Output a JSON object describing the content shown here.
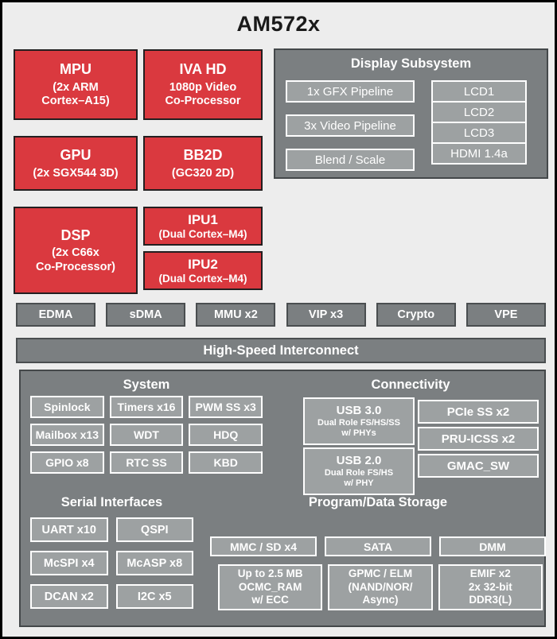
{
  "title": "AM572x",
  "colors": {
    "red": "#da393f",
    "panel_gray": "#7b7f81",
    "inner_gray": "#9da1a2",
    "page_bg": "#ededed",
    "text": "#ffffff"
  },
  "blocks": {
    "mpu": {
      "title": "MPU",
      "subtitle": "(2x ARM\nCortex–A15)"
    },
    "iva": {
      "title": "IVA HD",
      "subtitle": "1080p Video\nCo-Processor"
    },
    "gpu": {
      "title": "GPU",
      "subtitle": "(2x SGX544 3D)"
    },
    "bb2d": {
      "title": "BB2D",
      "subtitle": "(GC320 2D)"
    },
    "dsp": {
      "title": "DSP",
      "subtitle": "(2x C66x\nCo-Processor)"
    },
    "ipu1": {
      "title": "IPU1",
      "subtitle": "(Dual Cortex–M4)"
    },
    "ipu2": {
      "title": "IPU2",
      "subtitle": "(Dual Cortex–M4)"
    }
  },
  "display_subsystem": {
    "title": "Display Subsystem",
    "pipelines": [
      "1x GFX Pipeline",
      "3x Video Pipeline",
      "Blend / Scale"
    ],
    "outputs": [
      "LCD1",
      "LCD2",
      "LCD3",
      "HDMI 1.4a"
    ]
  },
  "dma_row": [
    "EDMA",
    "sDMA",
    "MMU x2",
    "VIP x3",
    "Crypto",
    "VPE"
  ],
  "interconnect": "High-Speed Interconnect",
  "system": {
    "title": "System",
    "items": [
      "Spinlock",
      "Timers x16",
      "PWM SS x3",
      "Mailbox x13",
      "WDT",
      "HDQ",
      "GPIO x8",
      "RTC SS",
      "KBD"
    ]
  },
  "connectivity": {
    "title": "Connectivity",
    "usb": [
      {
        "title": "USB 3.0",
        "subtitle": "Dual Role FS/HS/SS\nw/ PHYs"
      },
      {
        "title": "USB 2.0",
        "subtitle": "Dual Role FS/HS\nw/ PHY"
      }
    ],
    "items": [
      "PCIe SS x2",
      "PRU-ICSS x2",
      "GMAC_SW"
    ]
  },
  "serial": {
    "title": "Serial Interfaces",
    "items": [
      "UART x10",
      "QSPI",
      "McSPI x4",
      "McASP x8",
      "DCAN x2",
      "I2C x5"
    ]
  },
  "storage": {
    "title": "Program/Data Storage",
    "row1": [
      "MMC / SD x4",
      "SATA",
      "DMM"
    ],
    "row2": [
      "Up to 2.5 MB\nOCMC_RAM\nw/ ECC",
      "GPMC / ELM\n(NAND/NOR/\nAsync)",
      "EMIF x2\n2x 32-bit\nDDR3(L)"
    ]
  }
}
